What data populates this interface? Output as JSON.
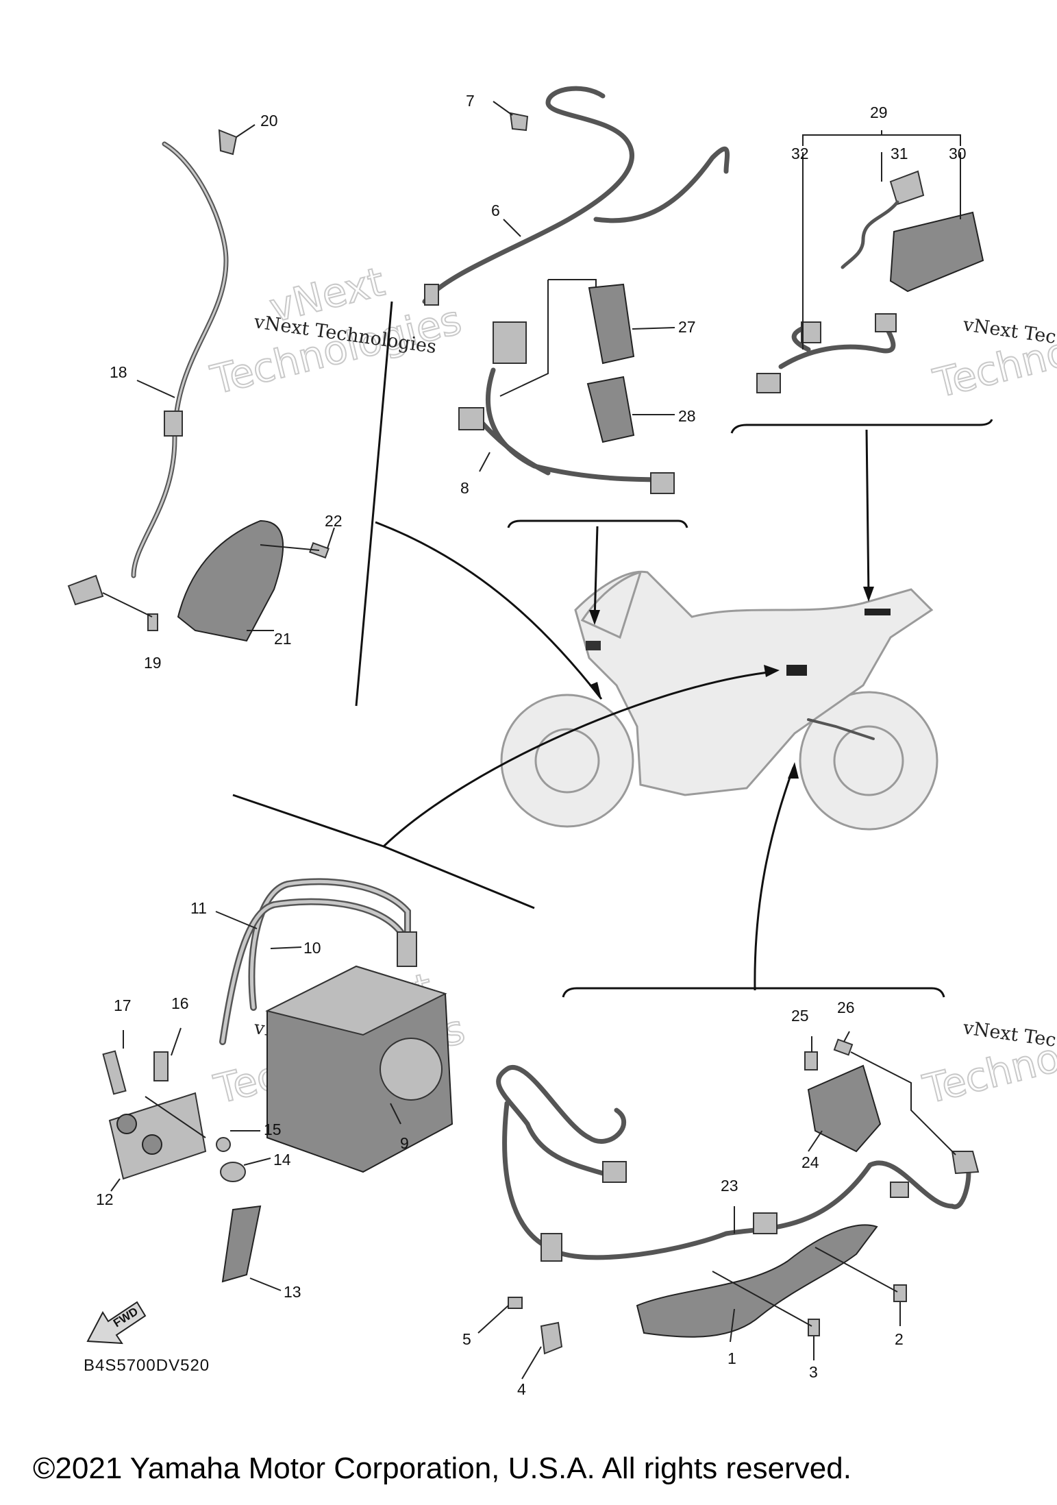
{
  "watermarks": {
    "brand_big": "vNext",
    "brand_big_2": "Technologies",
    "brand_small": "vNext Technologies",
    "brand_small_cut": "vNext Tec",
    "brand_big_cut": "Techno"
  },
  "callouts": [
    "1",
    "2",
    "3",
    "4",
    "5",
    "6",
    "7",
    "8",
    "9",
    "10",
    "11",
    "12",
    "13",
    "14",
    "15",
    "16",
    "17",
    "18",
    "19",
    "20",
    "21",
    "22",
    "23",
    "24",
    "25",
    "26",
    "27",
    "28",
    "29",
    "30",
    "31",
    "32"
  ],
  "diagram_code": "B4S5700DV520",
  "fwd_label": "FWD",
  "copyright": "©2021 Yamaha Motor Corporation, U.S.A. All rights reserved.",
  "icons": [
    "fwd-arrow-icon"
  ]
}
